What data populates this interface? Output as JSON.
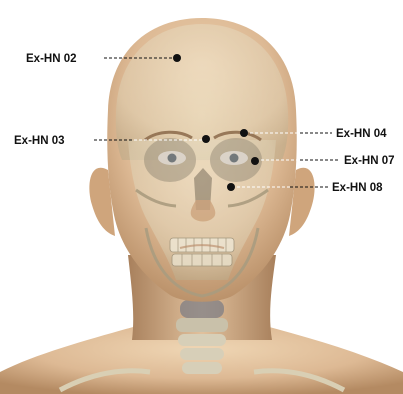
{
  "figure": {
    "subject": "anterior view of head with skull overlay showing extra acupuncture points",
    "colors": {
      "skin": "#e3c6a1",
      "skin_shadow": "#b88c62",
      "bone": "#eee6cf",
      "bone_shadow": "#9e9278",
      "marker": "#111111"
    }
  },
  "points": [
    {
      "id": "p02",
      "label": "Ex-HN 02"
    },
    {
      "id": "p03",
      "label": "Ex-HN 03"
    },
    {
      "id": "p04",
      "label": "Ex-HN 04"
    },
    {
      "id": "p07",
      "label": "Ex-HN 07"
    },
    {
      "id": "p08",
      "label": "Ex-HN 08"
    }
  ]
}
